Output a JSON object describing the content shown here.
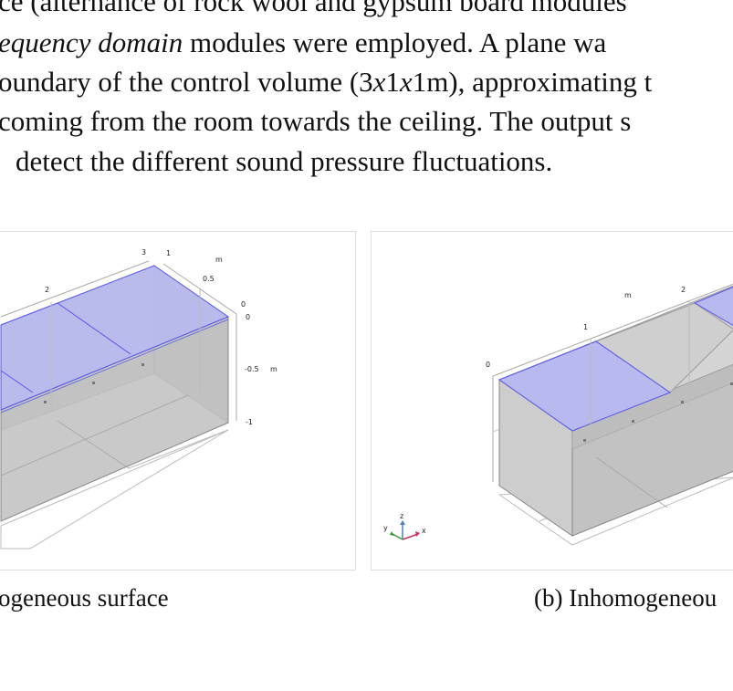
{
  "body_text": {
    "line1": "ce (alternance of rock wool and gypsum board modules",
    "line2_italic": "equency domain",
    "line2_rest": " modules were employed.  A plane wa",
    "line3_a": "oundary of the control volume (3",
    "line3_x1": "x",
    "line3_b": "1",
    "line3_x2": "x",
    "line3_c": "1m), approximating t",
    "line4": "coming from the room towards the ceiling. The output s",
    "line5": "detect the different sound pressure fluctuations."
  },
  "figure_a": {
    "caption": "ogeneous surface",
    "ticks": {
      "x3": "3",
      "x2": "2",
      "y1": "1",
      "y05": "0.5",
      "y0": "0",
      "ym": "m",
      "z0": "0",
      "zm05": "-0.5",
      "zm": "m",
      "zm1": "-1"
    }
  },
  "figure_b": {
    "caption": "(b) Inhomogeneou",
    "ticks": {
      "x0": "0",
      "x1": "1",
      "x2": "2",
      "xm": "m"
    },
    "triad": {
      "z": "z",
      "y": "y",
      "x": "x"
    }
  },
  "colors": {
    "module_blue": "#b8b9ee",
    "edge_blue": "#5555ee",
    "box_gray": "#c4c4c4"
  }
}
